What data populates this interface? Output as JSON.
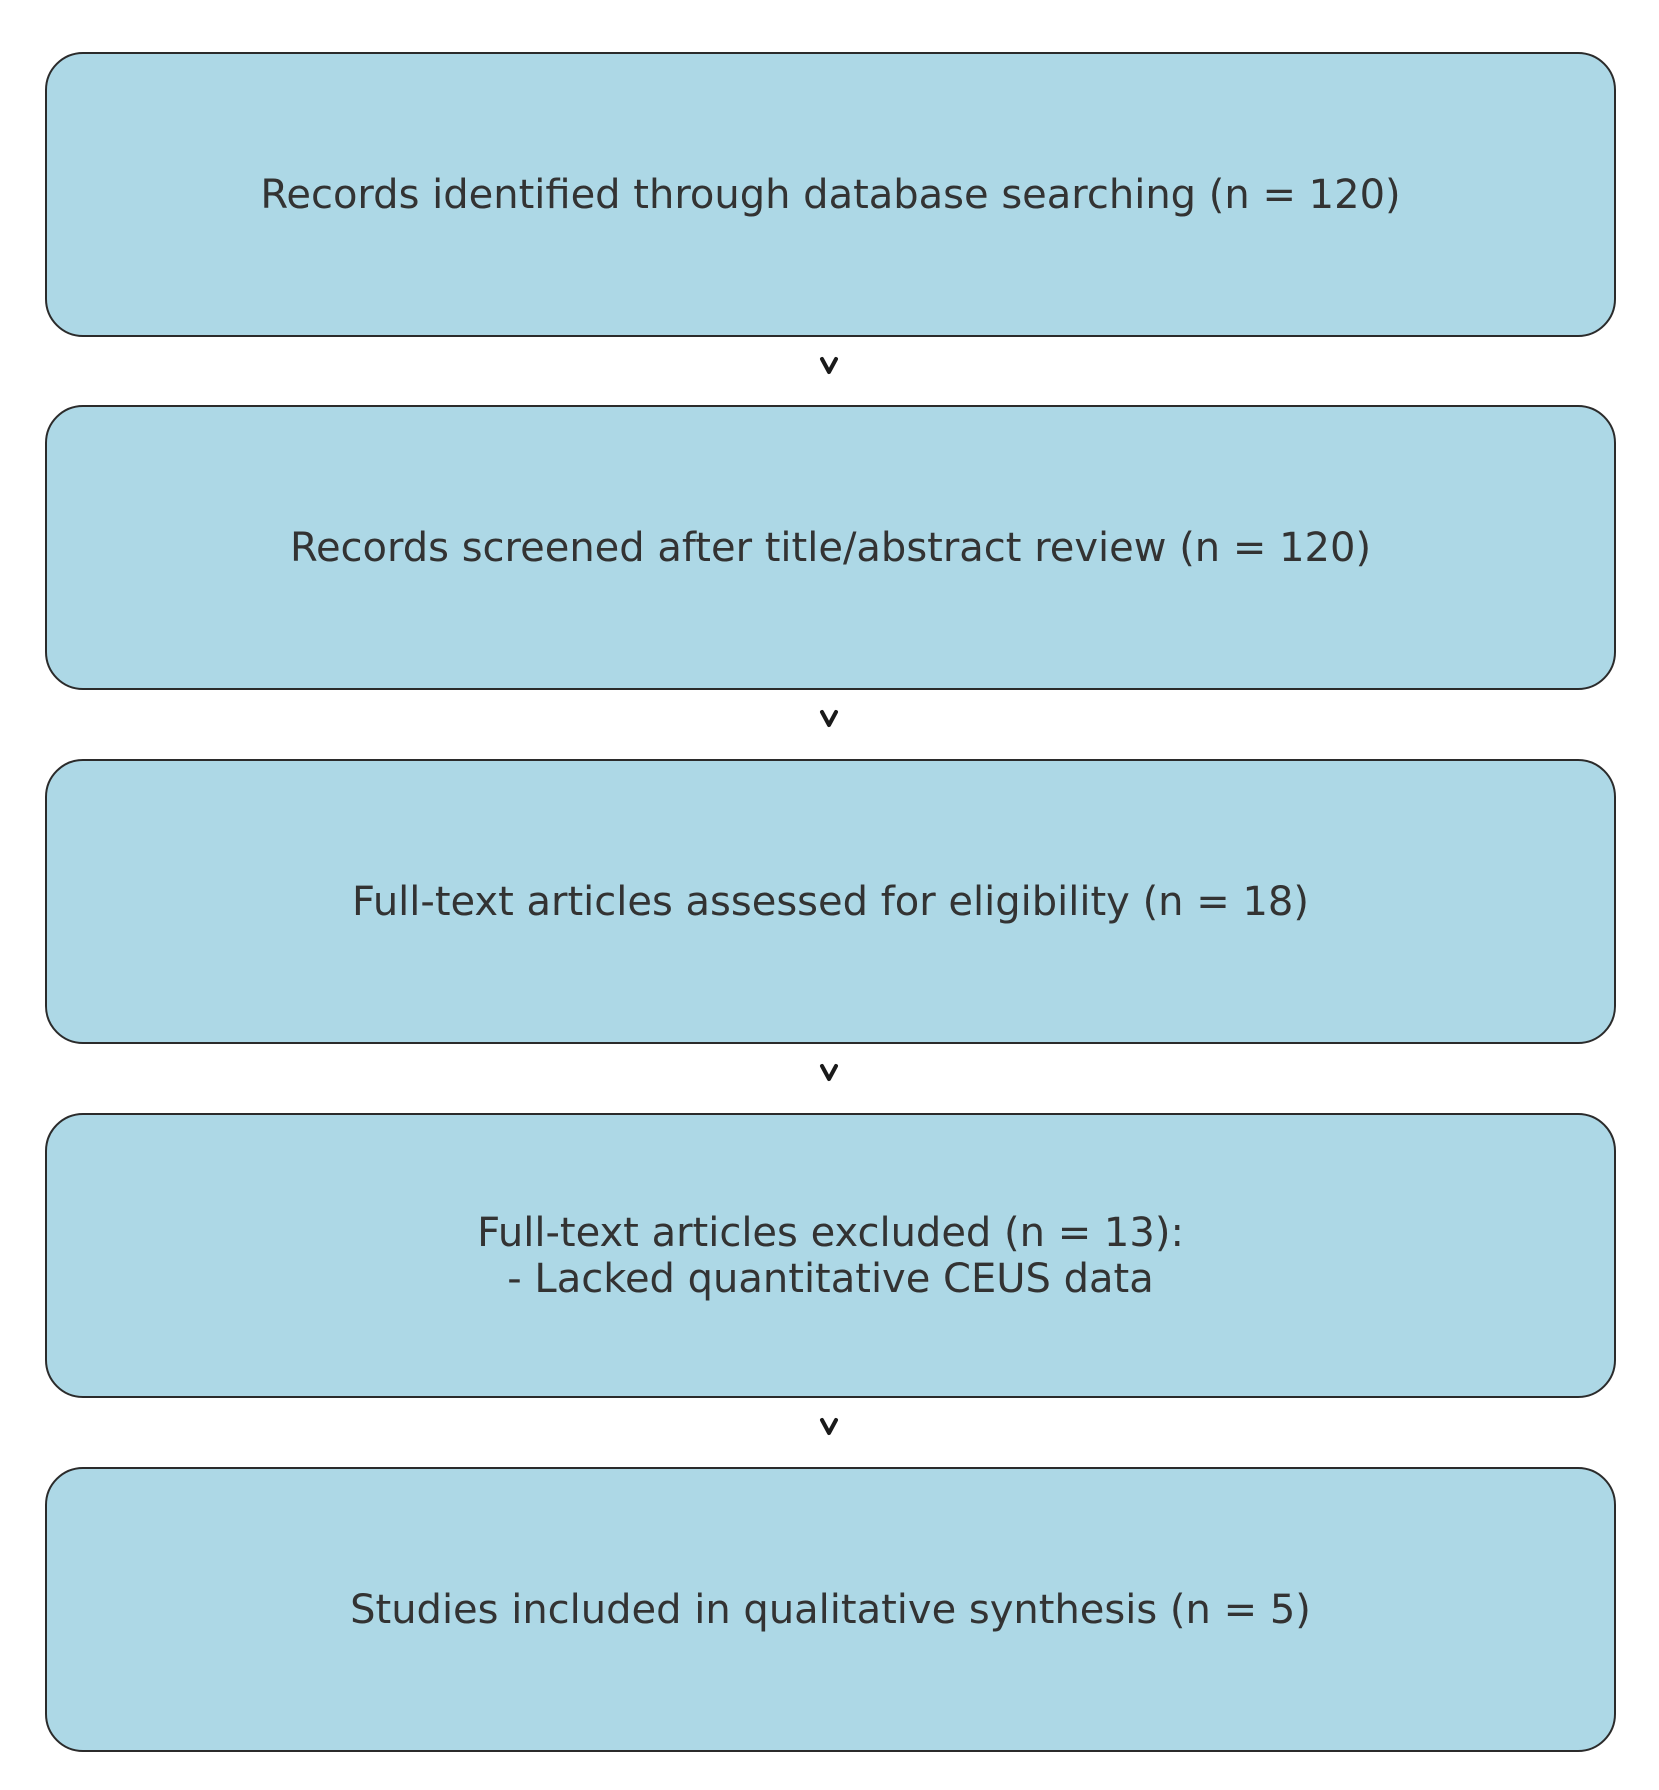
{
  "flowchart": {
    "steps": [
      {
        "text": "Records identified through database searching (n = 120)"
      },
      {
        "text": "Records screened after title/abstract review (n = 120)"
      },
      {
        "text": "Full-text articles assessed for eligibility (n = 18)"
      },
      {
        "text": "Full-text articles excluded (n = 13):\n- Lacked quantitative CEUS data"
      },
      {
        "text": "Studies included in qualitative synthesis (n = 5)"
      }
    ],
    "colors": {
      "box_fill": "#add8e6",
      "box_border": "#2b2b2b",
      "text": "#333333",
      "arrow": "#1a1a1a"
    },
    "icons": {
      "connector": "chevron-down-icon"
    }
  }
}
